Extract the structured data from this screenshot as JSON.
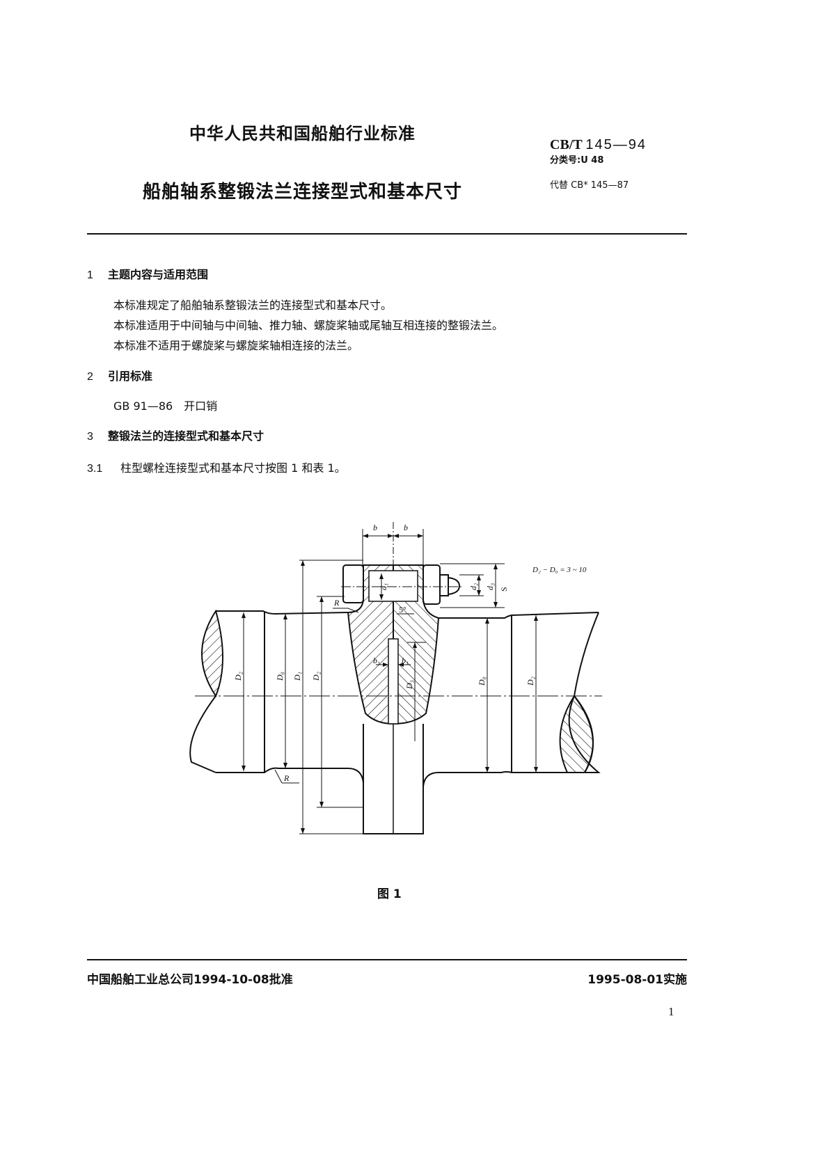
{
  "header": {
    "org_title": "中华人民共和国船舶行业标准",
    "doc_title": "船舶轴系整锻法兰连接型式和基本尺寸",
    "code_prefix": "CB/T",
    "code_number": "145—94",
    "classification": "分类号:U 48",
    "replaces": "代替 CB* 145—87"
  },
  "sections": [
    {
      "num": "1",
      "title": "主题内容与适用范围",
      "paragraphs": [
        "本标准规定了船舶轴系整锻法兰的连接型式和基本尺寸。",
        "本标准适用于中间轴与中间轴、推力轴、螺旋桨轴或尾轴互相连接的整锻法兰。",
        "本标准不适用于螺旋桨与螺旋桨轴相连接的法兰。"
      ]
    },
    {
      "num": "2",
      "title": "引用标准",
      "paragraphs": [
        "GB 91—86　开口销"
      ]
    },
    {
      "num": "3",
      "title": "整锻法兰的连接型式和基本尺寸"
    },
    {
      "num": "3.1",
      "title": "柱型螺栓连接型式和基本尺寸按图 1 和表 1。"
    }
  ],
  "figure": {
    "caption": "图 1",
    "labels": {
      "b_left": "b",
      "b_right": "b",
      "d1": "d₁",
      "d2": "d₂",
      "d3": "d₃",
      "S": "S",
      "R_top": "R",
      "R_bottom": "R",
      "angle": "5°",
      "b1_left": "b₁",
      "b1_right": "b₁",
      "D2_left": "D₂",
      "D0_left": "D₀",
      "D1": "D₁",
      "D2_mid": "D₂",
      "D3": "D₃",
      "D0_right": "D₀",
      "D2_right": "D₂"
    },
    "note": "D₂ − D₀ = 3 ~ 10"
  },
  "footer": {
    "approver": "中国船舶工业总公司1994-10-08批准",
    "effective": "1995-08-01实施",
    "page": "1"
  }
}
